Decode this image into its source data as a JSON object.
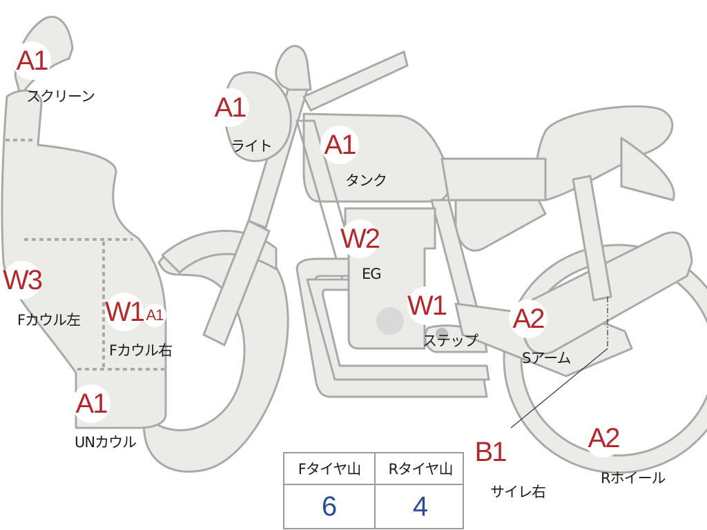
{
  "parts": [
    {
      "id": "screen",
      "marker": "A1",
      "label": "スクリーン"
    },
    {
      "id": "light",
      "marker": "A1",
      "label": "ライト"
    },
    {
      "id": "tank",
      "marker": "A1",
      "label": "タンク"
    },
    {
      "id": "engine",
      "marker": "W2",
      "label": "EG"
    },
    {
      "id": "cowl-left",
      "marker": "W3",
      "label": "Fカウル左"
    },
    {
      "id": "cowl-right",
      "marker": "W1",
      "marker_extra": "A1",
      "label": "Fカウル右"
    },
    {
      "id": "step",
      "marker": "W1",
      "label": "ステップ"
    },
    {
      "id": "swingarm",
      "marker": "A2",
      "label": "Sアーム"
    },
    {
      "id": "under-cowl",
      "marker": "A1",
      "label": "UNカウル"
    },
    {
      "id": "silencer-right",
      "marker": "B1",
      "label": "サイレ右"
    },
    {
      "id": "rear-wheel",
      "marker": "A2",
      "label": "Rホイール"
    }
  ],
  "tire_table": {
    "front_header": "Fタイヤ山",
    "rear_header": "Rタイヤ山",
    "front_value": "6",
    "rear_value": "4"
  },
  "colors": {
    "body_fill": "#ebebe8",
    "outline": "#a9a9a9",
    "marker_text": "#b3282d",
    "value_text": "#2a4a9a"
  }
}
